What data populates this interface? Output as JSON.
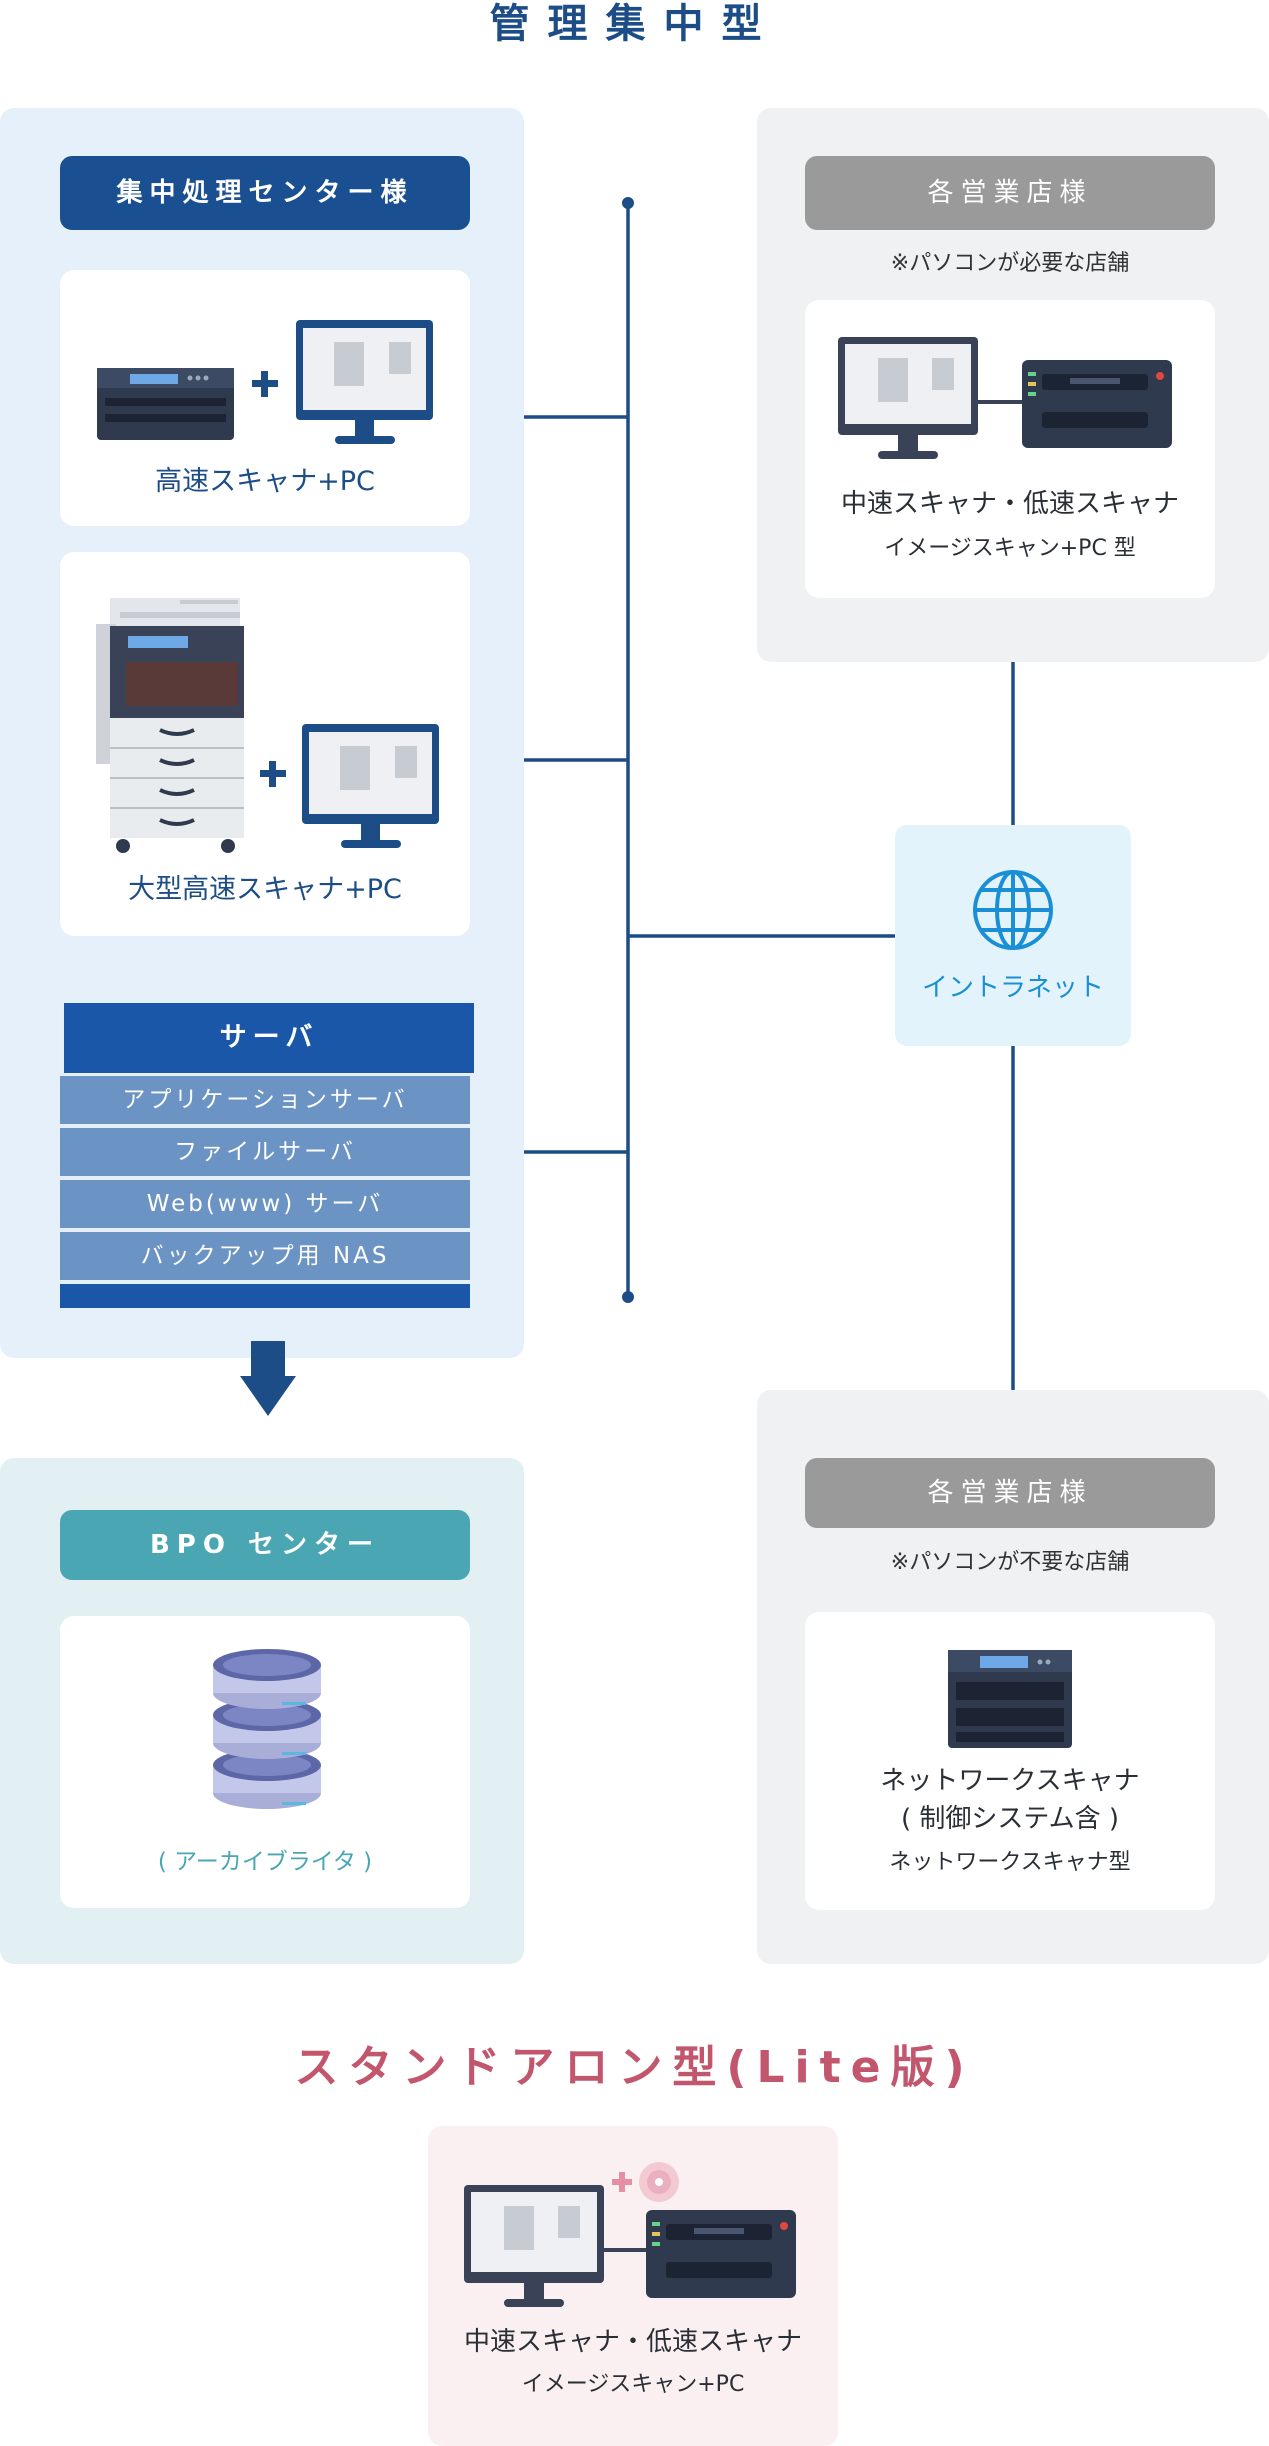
{
  "titles": {
    "main": "管理集中型",
    "lite": "スタンドアロン型(Lite版)"
  },
  "center": {
    "header": "集中処理センター様",
    "card1_label": "高速スキャナ+PC",
    "card2_label": "大型高速スキャナ+PC",
    "server": {
      "header": "サーバ",
      "rows": [
        "アプリケーションサーバ",
        "ファイルサーバ",
        "Web(www) サーバ",
        "バックアップ用 NAS"
      ]
    }
  },
  "bpo": {
    "header": "BPO センター",
    "label": "( アーカイブライタ )"
  },
  "branch_pc": {
    "header": "各営業店様",
    "note": "※パソコンが必要な店舗",
    "label_main": "中速スキャナ・低速スキャナ",
    "label_sub": "イメージスキャン+PC 型"
  },
  "intranet": {
    "label": "イントラネット"
  },
  "branch_nopc": {
    "header": "各営業店様",
    "note": "※パソコンが不要な店舗",
    "label_main_1": "ネットワークスキャナ",
    "label_main_2": "( 制御システム含 )",
    "label_sub": "ネットワークスキャナ型"
  },
  "lite": {
    "label_main": "中速スキャナ・低速スキャナ",
    "label_sub": "イメージスキャン+PC"
  },
  "colors": {
    "navy": "#1d4d86",
    "server_row": "#6b93c3",
    "bpo_teal": "#4aa6b3",
    "gray_header": "#9a9a9a",
    "intranet_blue": "#1a8fd6",
    "lite_pink": "#c2566c"
  }
}
